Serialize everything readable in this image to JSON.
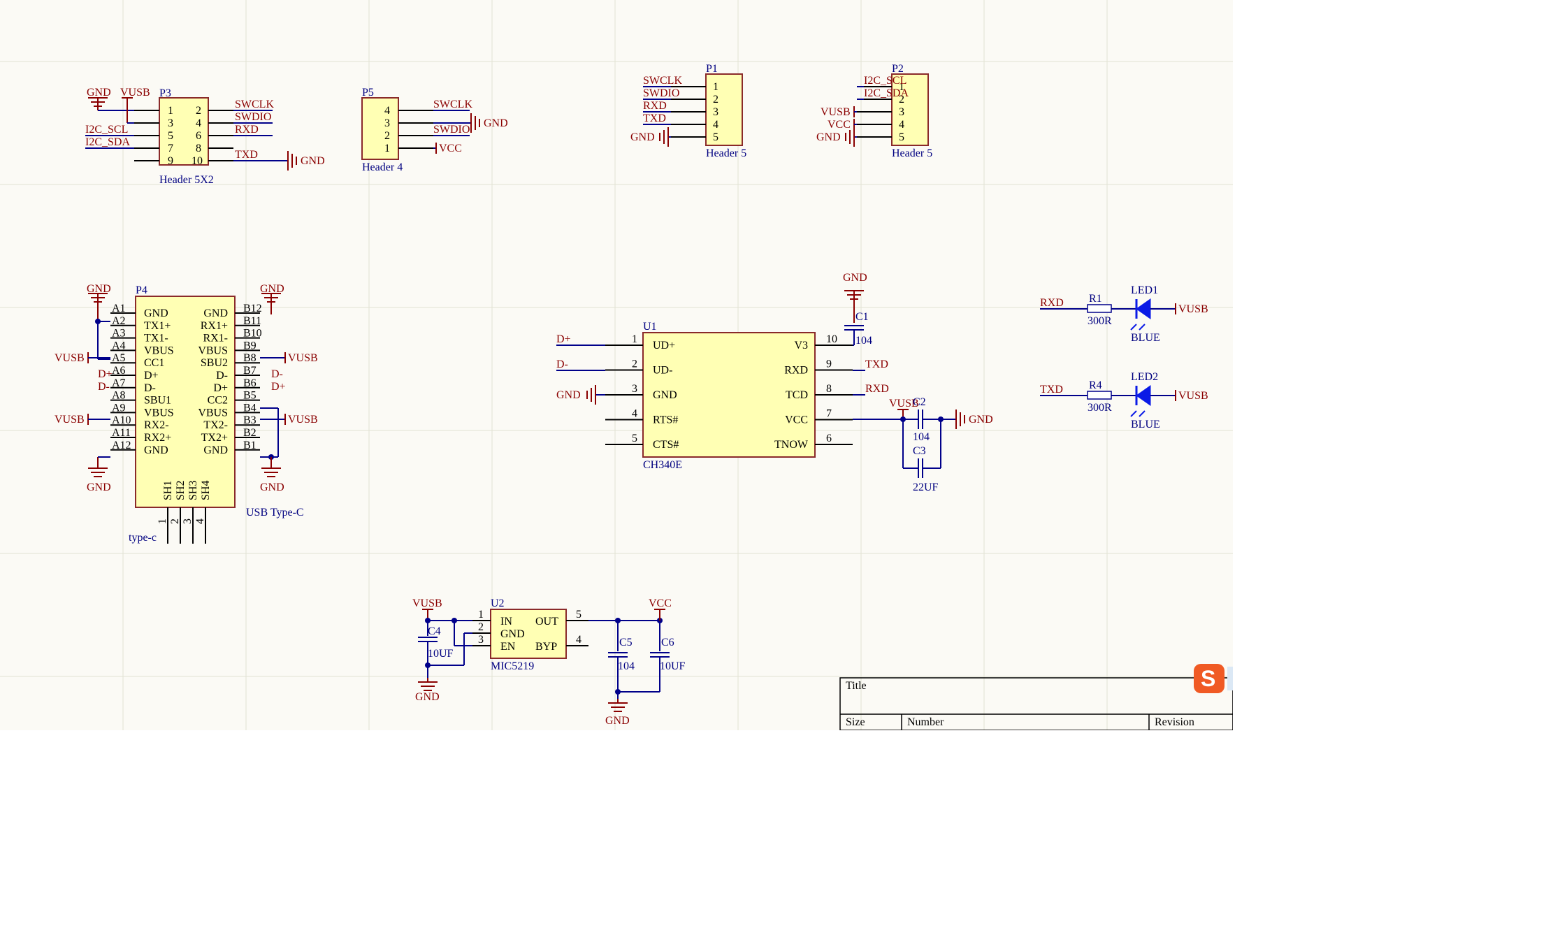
{
  "footer": {
    "title_label": "Title",
    "size_label": "Size",
    "number_label": "Number",
    "revision_label": "Revision"
  },
  "p3": {
    "designator": "P3",
    "footprint": "Header 5X2",
    "pins_left": [
      "1",
      "3",
      "5",
      "7",
      "9"
    ],
    "pins_right": [
      "2",
      "4",
      "6",
      "8",
      "10"
    ],
    "nets_right": [
      "SWCLK",
      "SWDIO",
      "RXD",
      "TXD"
    ],
    "nets_left": [
      "I2C_SCL",
      "I2C_SDA"
    ],
    "gnd": "GND",
    "vusb": "VUSB",
    "gnd2": "GND"
  },
  "p5": {
    "designator": "P5",
    "footprint": "Header 4",
    "pins": [
      "4",
      "3",
      "2",
      "1"
    ],
    "nets": [
      "SWCLK",
      "SWDIO"
    ],
    "gnd": "GND",
    "vcc": "VCC"
  },
  "p1": {
    "designator": "P1",
    "footprint": "Header 5",
    "pins": [
      "1",
      "2",
      "3",
      "4",
      "5"
    ],
    "nets": [
      "SWCLK",
      "SWDIO",
      "RXD",
      "TXD"
    ],
    "gnd": "GND"
  },
  "p2": {
    "designator": "P2",
    "footprint": "Header 5",
    "pins": [
      "1",
      "2",
      "3",
      "4",
      "5"
    ],
    "nets": [
      "I2C_SCL",
      "I2C_SDA"
    ],
    "vusb": "VUSB",
    "vcc": "VCC",
    "gnd": "GND"
  },
  "p4": {
    "designator": "P4",
    "footprint": "USB Type-C",
    "comment": "type-c",
    "pins_a": [
      "A1",
      "A2",
      "A3",
      "A4",
      "A5",
      "A6",
      "A7",
      "A8",
      "A9",
      "A10",
      "A11",
      "A12"
    ],
    "names_left": [
      "GND",
      "TX1+",
      "TX1-",
      "VBUS",
      "CC1",
      "D+",
      "D-",
      "SBU1",
      "VBUS",
      "RX2-",
      "RX2+",
      "GND"
    ],
    "names_right": [
      "GND",
      "RX1+",
      "RX1-",
      "VBUS",
      "SBU2",
      "D-",
      "D+",
      "CC2",
      "VBUS",
      "TX2-",
      "TX2+",
      "GND"
    ],
    "pins_b": [
      "B12",
      "B11",
      "B10",
      "B9",
      "B8",
      "B7",
      "B6",
      "B5",
      "B4",
      "B3",
      "B2",
      "B1"
    ],
    "shield_names": [
      "SH1",
      "SH2",
      "SH3",
      "SH4"
    ],
    "shield_pins": [
      "1",
      "2",
      "3",
      "4"
    ],
    "net_dplus": "D+",
    "net_dminus": "D-",
    "vusb": "VUSB",
    "gnd": "GND"
  },
  "u1": {
    "designator": "U1",
    "part": "CH340E",
    "pins_left": [
      "1",
      "2",
      "3",
      "4",
      "5"
    ],
    "names_left": [
      "UD+",
      "UD-",
      "GND",
      "RTS#",
      "CTS#"
    ],
    "pins_right": [
      "10",
      "9",
      "8",
      "7",
      "6"
    ],
    "names_right": [
      "V3",
      "RXD",
      "TCD",
      "VCC",
      "TNOW"
    ],
    "net_dplus": "D+",
    "net_dminus": "D-",
    "net_gnd": "GND",
    "net_txd": "TXD",
    "net_rxd": "RXD"
  },
  "c1": {
    "designator": "C1",
    "value": "104",
    "gnd": "GND"
  },
  "c2": {
    "designator": "C2",
    "value": "104"
  },
  "c3": {
    "designator": "C3",
    "value": "22UF"
  },
  "c23_nets": {
    "vusb": "VUSB",
    "gnd": "GND"
  },
  "led1": {
    "net_in": "RXD",
    "r": "R1",
    "r_val": "300R",
    "led": "LED1",
    "color": "BLUE",
    "net_out": "VUSB"
  },
  "led2": {
    "net_in": "TXD",
    "r": "R4",
    "r_val": "300R",
    "led": "LED2",
    "color": "BLUE",
    "net_out": "VUSB"
  },
  "u2": {
    "designator": "U2",
    "part": "MIC5219",
    "pins_left": [
      "1",
      "2",
      "3"
    ],
    "names_left": [
      "IN",
      "GND",
      "EN"
    ],
    "pins_right": [
      "5",
      "4"
    ],
    "names_right": [
      "OUT",
      "BYP"
    ],
    "vusb": "VUSB",
    "vcc": "VCC",
    "gnd": "GND",
    "gnd2": "GND"
  },
  "c4": {
    "designator": "C4",
    "value": "10UF"
  },
  "c5": {
    "designator": "C5",
    "value": "104"
  },
  "c6": {
    "designator": "C6",
    "value": "10UF"
  },
  "colors": {
    "net": "#8a0000",
    "wire": "#00008a",
    "body": "#ffffb4",
    "led": "#0a1ae6"
  },
  "icon": "sogou-logo-icon"
}
